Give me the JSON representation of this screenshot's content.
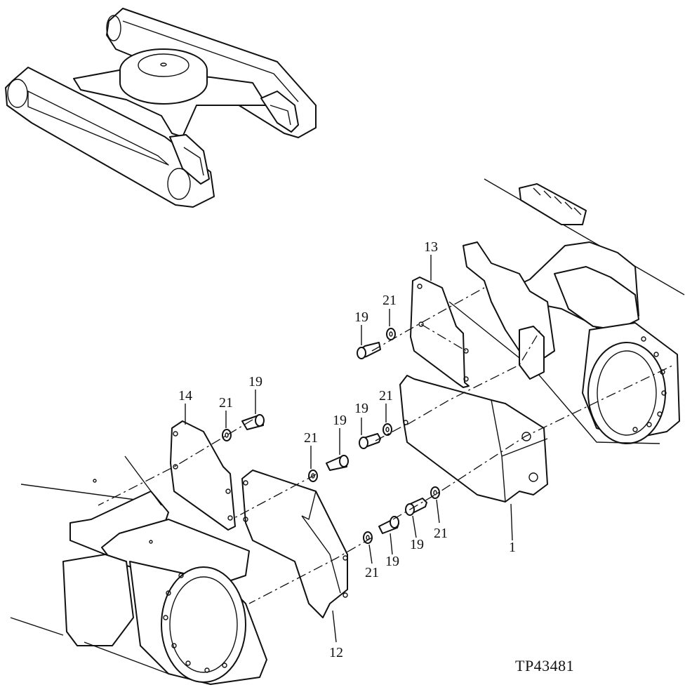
{
  "figure_code": "TP43481",
  "callouts": [
    {
      "id": "c13",
      "text": "13"
    },
    {
      "id": "c21a",
      "text": "21"
    },
    {
      "id": "c19a",
      "text": "19"
    },
    {
      "id": "c14",
      "text": "14"
    },
    {
      "id": "c21b",
      "text": "21"
    },
    {
      "id": "c19b",
      "text": "19"
    },
    {
      "id": "c21c",
      "text": "21"
    },
    {
      "id": "c19c",
      "text": "19"
    },
    {
      "id": "c19d",
      "text": "19"
    },
    {
      "id": "c21d",
      "text": "21"
    },
    {
      "id": "c21e",
      "text": "21"
    },
    {
      "id": "c19e",
      "text": "19"
    },
    {
      "id": "c19f",
      "text": "19"
    },
    {
      "id": "c21f",
      "text": "21"
    },
    {
      "id": "c1",
      "text": "1"
    },
    {
      "id": "c12",
      "text": "12"
    }
  ]
}
